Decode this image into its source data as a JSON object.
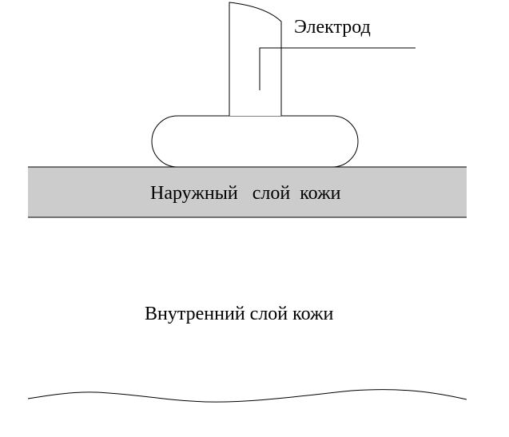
{
  "labels": {
    "electrode": "Электрод",
    "outer_skin_layer": "Наружный   слой  кожи",
    "inner_skin_layer": "Внутренний слой кожи"
  },
  "colors": {
    "background": "#ffffff",
    "outer_layer_fill": "#cccccc",
    "stroke": "#000000"
  }
}
